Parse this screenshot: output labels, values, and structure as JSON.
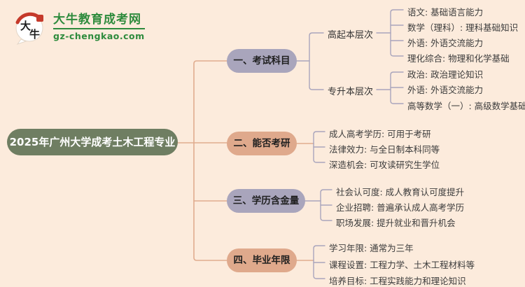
{
  "page": {
    "background": "#fcebdc"
  },
  "logo": {
    "title": "大牛教育成考网",
    "domain": "gz-chengkao.com",
    "icon_text_top": "大",
    "icon_text_bottom": "牛",
    "brand_green": "#2e8b3d",
    "seal_red": "#c53a2b"
  },
  "mindmap": {
    "root": {
      "label": "2025年广州大学成考土木工程专业",
      "color": "#6f7e62"
    },
    "line_colors": {
      "primary": "#e0ac8e",
      "secondary": "#a9a5bc"
    },
    "branches": [
      {
        "label": "一、考试科目",
        "color": "#a9a5bc",
        "groups": [
          {
            "label": "高起本层次",
            "items": [
              "语文: 基础语言能力",
              "数学（理科）: 理科基础知识",
              "外语: 外语交流能力",
              "理化综合: 物理和化学基础"
            ]
          },
          {
            "label": "专升本层次",
            "items": [
              "政治: 政治理论知识",
              "外语: 外语交流能力",
              "高等数学（一）: 高级数学基础"
            ]
          }
        ]
      },
      {
        "label": "二、能否考研",
        "color": "#dfa98c",
        "items": [
          "成人高考学历: 可用于考研",
          "法律效力: 与全日制本科同等",
          "深造机会: 可攻读研究生学位"
        ]
      },
      {
        "label": "三、学历含金量",
        "color": "#a9a5bc",
        "items": [
          "社会认可度: 成人教育认可度提升",
          "企业招聘: 普遍承认成人高考学历",
          "职场发展: 提升就业和晋升机会"
        ]
      },
      {
        "label": "四、毕业年限",
        "color": "#dfa98c",
        "items": [
          "学习年限: 通常为三年",
          "课程设置: 工程力学、土木工程材料等",
          "培养目标: 工程实践能力和理论知识"
        ]
      }
    ]
  }
}
